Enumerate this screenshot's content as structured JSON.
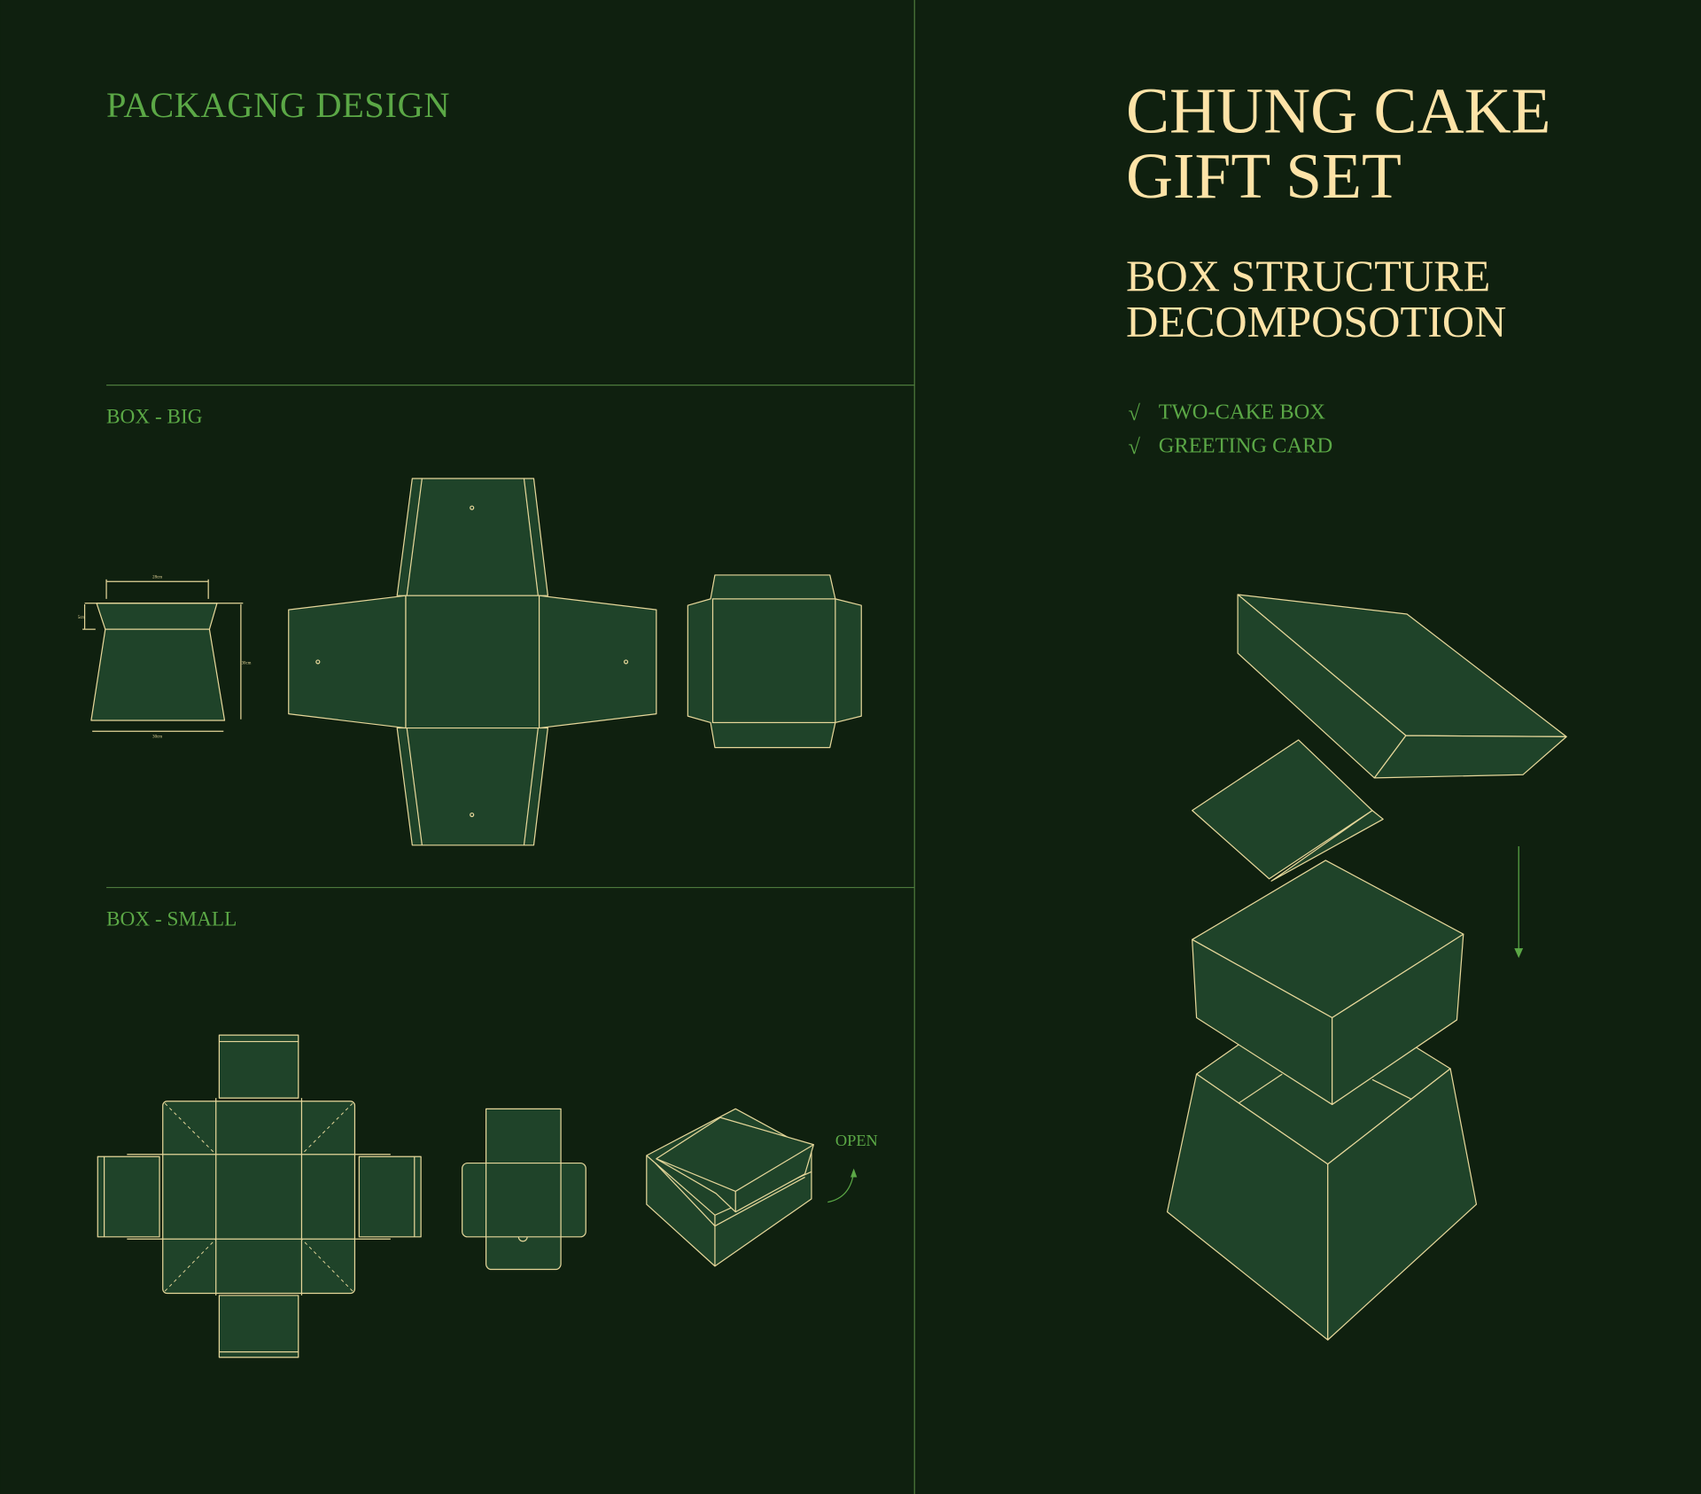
{
  "header": {
    "left_title": "PACKAGNG DESIGN"
  },
  "right": {
    "title_line1": "CHUNG CAKE",
    "title_line2": "GIFT SET",
    "subtitle_line1": "BOX STRUCTURE",
    "subtitle_line2": "DECOMPOSOTION",
    "checklist": [
      {
        "mark": "√",
        "label": "TWO-CAKE BOX"
      },
      {
        "mark": "√",
        "label": "GREETING CARD"
      }
    ]
  },
  "sections": {
    "big": {
      "label": "BOX - BIG",
      "dims": {
        "top": "28cm",
        "flap": "5cm",
        "height": "30cm",
        "bottom": "30cm"
      }
    },
    "small": {
      "label": "BOX - SMALL",
      "open_label": "OPEN"
    }
  },
  "colors": {
    "background": "#0f200f",
    "panel": "#1f4329",
    "line": "#e6d79a",
    "accent_green": "#5ba846",
    "cream": "#fde3a7"
  }
}
